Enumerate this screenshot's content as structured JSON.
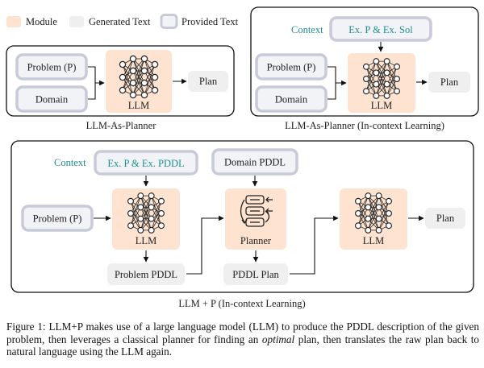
{
  "legend": {
    "module": "Module",
    "generated": "Generated Text",
    "provided": "Provided Text"
  },
  "colors": {
    "module_fill": "#fde3d0",
    "generated_fill": "#efefef",
    "provided_fill": "#f2f3f6",
    "provided_border": "#c7cbd8",
    "context_text": "#1f8f8f",
    "panel_border": "#111111"
  },
  "panel1": {
    "problem": "Problem (P)",
    "domain": "Domain",
    "llm": "LLM",
    "plan": "Plan",
    "title": "LLM-As-Planner"
  },
  "panel2": {
    "context_label": "Context",
    "context_box": "Ex. P & Ex. Sol",
    "problem": "Problem (P)",
    "domain": "Domain",
    "llm": "LLM",
    "plan": "Plan",
    "title": "LLM-As-Planner (In-context Learning)"
  },
  "panel3": {
    "context_label": "Context",
    "context_box": "Ex. P & Ex. PDDL",
    "problem": "Problem (P)",
    "llm_left": "LLM",
    "problem_pddl": "Problem PDDL",
    "domain_pddl": "Domain PDDL",
    "planner": "Planner",
    "pddl_plan": "PDDL Plan",
    "llm_right": "LLM",
    "plan": "Plan",
    "title": "LLM + P (In-context Learning)"
  },
  "caption": {
    "part1": "Figure 1: LLM+P makes use of a large language model (LLM) to produce the PDDL description of the given problem, then leverages a classical planner for finding an ",
    "emph": "optimal",
    "part2": " plan, then translates the raw plan back to natural language using the LLM again."
  }
}
